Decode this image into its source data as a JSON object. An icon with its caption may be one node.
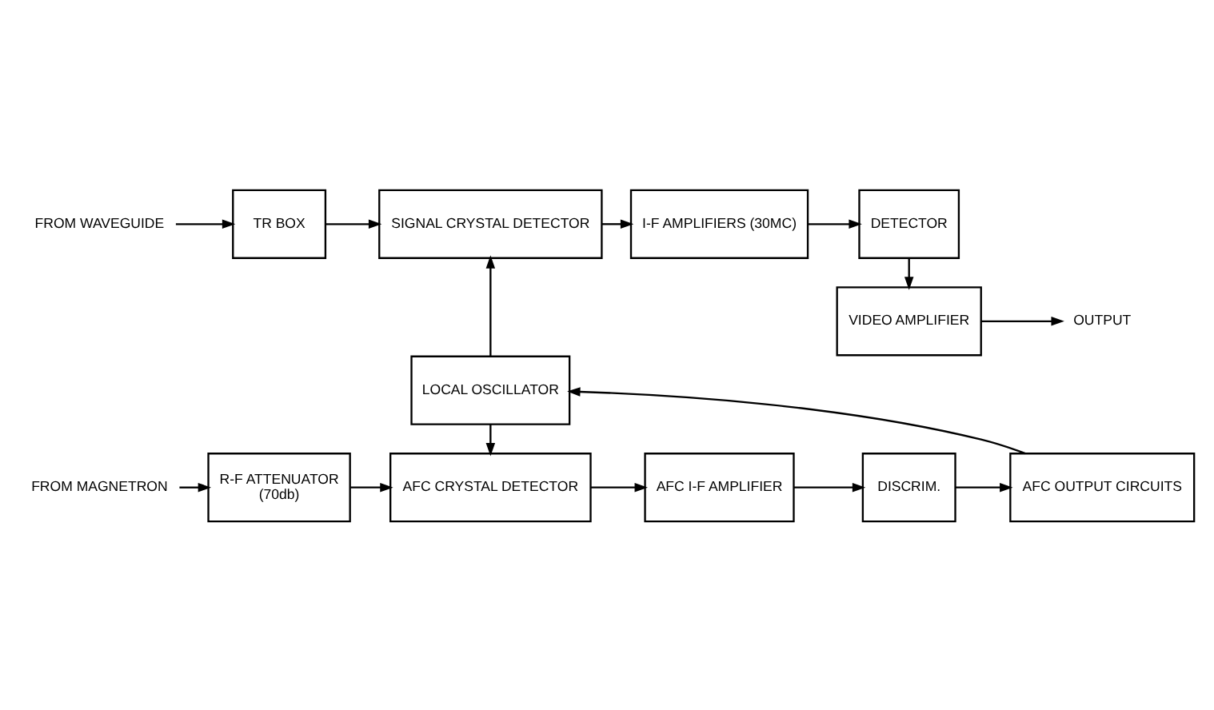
{
  "diagram": {
    "nodes": [
      {
        "text": [
          "FROM WAVEGUIDE"
        ]
      },
      {
        "text": [
          "TR BOX"
        ]
      },
      {
        "text": [
          "SIGNAL CRYSTAL DETECTOR"
        ]
      },
      {
        "text": [
          "I-F AMPLIFIERS (30MC)"
        ]
      },
      {
        "text": [
          "DETECTOR"
        ]
      },
      {
        "text": [
          "VIDEO AMPLIFIER"
        ]
      },
      {
        "text": [
          "OUTPUT"
        ]
      },
      {
        "text": [
          "LOCAL OSCILLATOR"
        ]
      },
      {
        "text": [
          "FROM MAGNETRON"
        ]
      },
      {
        "text": [
          "R-F ATTENUATOR",
          "(70db)"
        ]
      },
      {
        "text": [
          "AFC CRYSTAL DETECTOR"
        ]
      },
      {
        "text": [
          "AFC I-F AMPLIFIER"
        ]
      },
      {
        "text": [
          "DISCRIM."
        ]
      },
      {
        "text": [
          "AFC OUTPUT CIRCUITS"
        ]
      }
    ],
    "edges": [
      {
        "from": 0,
        "to": 1,
        "arrow": "to"
      },
      {
        "from": 1,
        "to": 2,
        "arrow": "to"
      },
      {
        "from": 2,
        "to": 3,
        "arrow": "to"
      },
      {
        "from": 3,
        "to": 4,
        "arrow": "to"
      },
      {
        "from": 4,
        "to": 5,
        "arrow": "to"
      },
      {
        "from": 5,
        "to": 6,
        "arrow": "to"
      },
      {
        "from": 7,
        "to": 2,
        "arrow": "to"
      },
      {
        "from": 7,
        "to": 10,
        "arrow": "to"
      },
      {
        "from": 8,
        "to": 9,
        "arrow": "to"
      },
      {
        "from": 9,
        "to": 10,
        "arrow": "to"
      },
      {
        "from": 10,
        "to": 11,
        "arrow": "to"
      },
      {
        "from": 11,
        "to": 12,
        "arrow": "to"
      },
      {
        "from": 12,
        "to": 13,
        "arrow": "to"
      },
      {
        "from": 13,
        "to": 7,
        "arrow": "to"
      }
    ]
  }
}
